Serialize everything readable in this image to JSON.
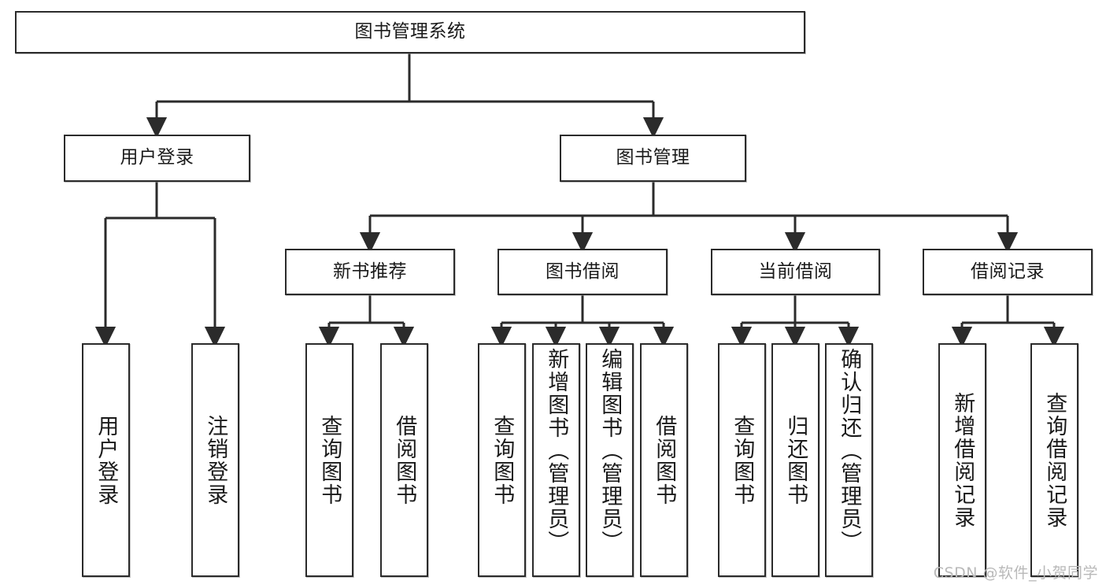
{
  "diagram": {
    "title": "图书管理系统",
    "watermark": "CSDN @软件_小贺同学",
    "colors": {
      "box_border": "#2b2b2b",
      "box_fill": "#ffffff",
      "connector": "#2b2b2b",
      "text": "#1a1a1a",
      "watermark": "#b9b9b9"
    },
    "nodes": {
      "root": {
        "label": "图书管理系统"
      },
      "level2": [
        {
          "label": "用户登录"
        },
        {
          "label": "图书管理"
        }
      ],
      "level3": [
        {
          "label": "新书推荐"
        },
        {
          "label": "图书借阅"
        },
        {
          "label": "当前借阅"
        },
        {
          "label": "借阅记录"
        }
      ],
      "leaves": {
        "user_login": [
          {
            "label": "用户登录"
          },
          {
            "label": "注销登录"
          }
        ],
        "new_book": [
          {
            "label": "查询图书"
          },
          {
            "label": "借阅图书"
          }
        ],
        "book_borrow": [
          {
            "label": "查询图书"
          },
          {
            "label": "新增图书（管理员）"
          },
          {
            "label": "编辑图书（管理员）"
          },
          {
            "label": "借阅图书"
          }
        ],
        "current_borrow": [
          {
            "label": "查询图书"
          },
          {
            "label": "归还图书"
          },
          {
            "label": "确认归还（管理员）"
          }
        ],
        "borrow_record": [
          {
            "label": "新增借阅记录"
          },
          {
            "label": "查询借阅记录"
          }
        ]
      }
    }
  }
}
